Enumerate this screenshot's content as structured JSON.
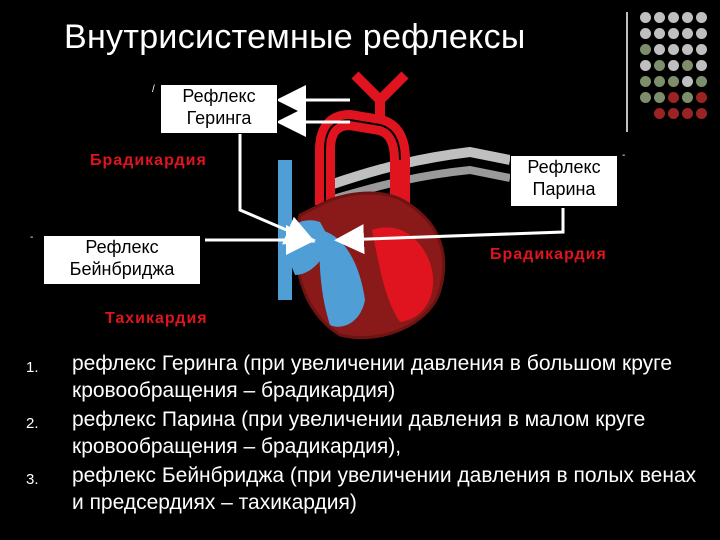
{
  "slide": {
    "title": "Внутрисистемные рефлексы"
  },
  "diagram": {
    "box_hering": "Рефлекс Геринга",
    "box_parin": "Рефлекс Парина",
    "box_bainbridge": "Рефлекс Бейнбриджа",
    "label_bradycardia_left": "Брадикардия",
    "label_bradycardia_right": "Брадикардия",
    "label_tachycardia": "Тахикардия",
    "colors": {
      "arterial_red": "#e0141e",
      "venous_blue": "#4f9fd6",
      "muscle_dark_red": "#8a1a1a",
      "decor_gray": "#bfbfbf",
      "decor_green": "#7d8f6a",
      "decor_red": "#9b2323"
    }
  },
  "list": {
    "items": [
      {
        "number": "1.",
        "text": "рефлекс Геринга (при увеличении давления в большом круге кровообращения – брадикардия)"
      },
      {
        "number": "2.",
        "text": "рефлекс Парина (при увеличении давления в малом круге кровообращения – брадикардия),"
      },
      {
        "number": "3.",
        "text": "рефлекс Бейнбриджа (при увеличении давления в полых венах и предсердиях – тахикардия)"
      }
    ]
  }
}
